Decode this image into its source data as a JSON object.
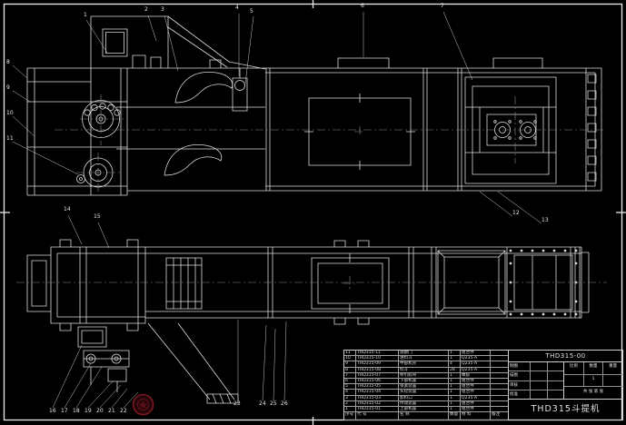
{
  "drawing": {
    "background": "#000000",
    "line_color": "#d9d9d9"
  },
  "title_block": {
    "drawing_no": "THD315-00",
    "title": "THD315斗提机",
    "labels": {
      "draft": "制图",
      "trace": "描图",
      "check": "审核",
      "approve": "批准",
      "scale": "比例",
      "qty": "数量",
      "weight": "重量",
      "sheet": "共 张 第 张"
    },
    "values": {
      "scale": "",
      "qty": "1",
      "weight": ""
    }
  },
  "parts_table": {
    "headers": [
      "序号",
      "代  号",
      "名  称",
      "数量",
      "材  料",
      "备注"
    ],
    "rows": [
      {
        "no": "11",
        "code": "THD315-11",
        "name": "观察门",
        "qty": "1",
        "material": "组合件",
        "note": ""
      },
      {
        "no": "10",
        "code": "THD315-10",
        "name": "进料斗",
        "qty": "1",
        "material": "Q235-A",
        "note": ""
      },
      {
        "no": "9",
        "code": "THD315-09",
        "name": "中部机壳",
        "qty": "4",
        "material": "Q235-A",
        "note": ""
      },
      {
        "no": "8",
        "code": "THD315-08",
        "name": "料斗",
        "qty": "28",
        "material": "Q235-A",
        "note": ""
      },
      {
        "no": "7",
        "code": "THD315-07",
        "name": "牵引胶带",
        "qty": "1",
        "material": "橡胶",
        "note": ""
      },
      {
        "no": "6",
        "code": "THD315-06",
        "name": "下部机座",
        "qty": "1",
        "material": "组合件",
        "note": ""
      },
      {
        "no": "5",
        "code": "THD315-05",
        "name": "张紧装置",
        "qty": "1",
        "material": "组合件",
        "note": ""
      },
      {
        "no": "4",
        "code": "THD315-04",
        "name": "头轮装置",
        "qty": "1",
        "material": "组合件",
        "note": ""
      },
      {
        "no": "3",
        "code": "THD315-03",
        "name": "卸料口",
        "qty": "1",
        "material": "Q235-A",
        "note": ""
      },
      {
        "no": "2",
        "code": "THD315-02",
        "name": "传动装置",
        "qty": "1",
        "material": "组合件",
        "note": ""
      },
      {
        "no": "1",
        "code": "THD315-01",
        "name": "上部机座",
        "qty": "1",
        "material": "组合件",
        "note": ""
      }
    ]
  },
  "balloons": [
    "1",
    "2",
    "3",
    "4",
    "5",
    "6",
    "7",
    "8",
    "9",
    "10",
    "11",
    "12",
    "13",
    "14",
    "15",
    "16",
    "17",
    "18",
    "19",
    "20",
    "21",
    "22",
    "23",
    "24",
    "25",
    "26"
  ],
  "stamp": {
    "color": "#7d1822"
  }
}
